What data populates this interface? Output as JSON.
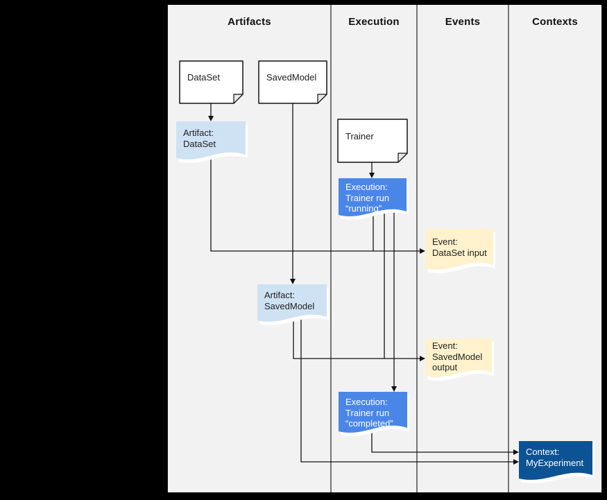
{
  "diagram_title": "ML Metadata lineage diagram",
  "colors": {
    "page_background": "#000000",
    "canvas_background": "#f2f2f2",
    "artifact_fill": "#cfe2f3",
    "execution_fill": "#4a86e8",
    "event_fill": "#fff2cc",
    "context_fill": "#0b5394",
    "line_color": "#111111",
    "document_fill": "#ffffff"
  },
  "columns": [
    {
      "label": "Artifacts"
    },
    {
      "label": "Execution"
    },
    {
      "label": "Events"
    },
    {
      "label": "Contexts"
    }
  ],
  "nodes": {
    "dataset_doc": {
      "type": "document",
      "label": "DataSet"
    },
    "savedmodel_doc": {
      "type": "document",
      "label": "SavedModel"
    },
    "trainer_doc": {
      "type": "document",
      "label": "Trainer"
    },
    "artifact_dataset": {
      "type": "artifact",
      "lines": [
        "Artifact:",
        "DataSet"
      ]
    },
    "artifact_savedmodel": {
      "type": "artifact",
      "lines": [
        "Artifact:",
        "SavedModel"
      ]
    },
    "execution_running": {
      "type": "execution",
      "lines": [
        "Execution:",
        "Trainer run",
        "“running”"
      ]
    },
    "execution_completed": {
      "type": "execution",
      "lines": [
        "Execution:",
        "Trainer run",
        "“completed”"
      ]
    },
    "event_dataset_input": {
      "type": "event",
      "lines": [
        "Event:",
        "DataSet input"
      ]
    },
    "event_savedmodel_output": {
      "type": "event",
      "lines": [
        "Event:",
        "SavedModel",
        "output"
      ]
    },
    "context_myexperiment": {
      "type": "context",
      "lines": [
        "Context:",
        "MyExperiment"
      ]
    }
  },
  "edges": [
    {
      "from": "dataset_doc",
      "to": "artifact_dataset"
    },
    {
      "from": "savedmodel_doc",
      "to": "artifact_savedmodel"
    },
    {
      "from": "trainer_doc",
      "to": "execution_running"
    },
    {
      "from": "artifact_dataset",
      "to": "event_dataset_input"
    },
    {
      "from": "execution_running",
      "to": "event_dataset_input"
    },
    {
      "from": "artifact_savedmodel",
      "to": "event_savedmodel_output"
    },
    {
      "from": "execution_running",
      "to": "event_savedmodel_output"
    },
    {
      "from": "execution_running",
      "to": "execution_completed"
    },
    {
      "from": "execution_completed",
      "to": "context_myexperiment"
    },
    {
      "from": "artifact_savedmodel",
      "to": "context_myexperiment"
    }
  ]
}
